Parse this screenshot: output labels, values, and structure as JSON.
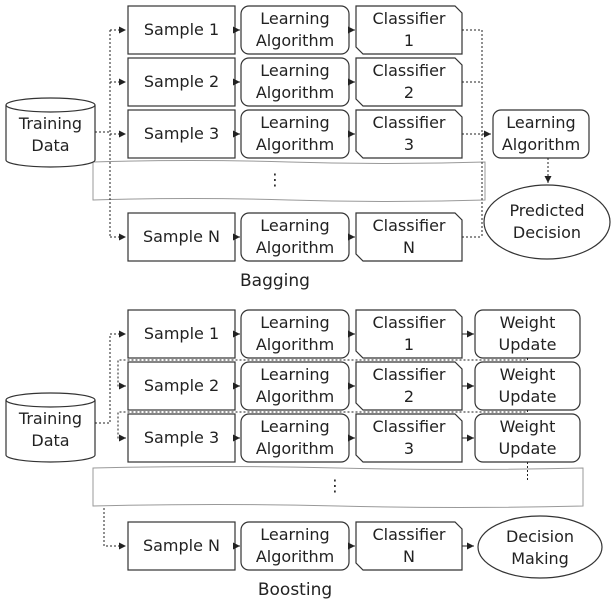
{
  "bagging": {
    "caption": "Bagging",
    "input": "Training\nData",
    "samples": [
      "Sample 1",
      "Sample 2",
      "Sample 3",
      "Sample N"
    ],
    "learners": [
      "Learning\nAlgorithm",
      "Learning\nAlgorithm",
      "Learning\nAlgorithm",
      "Learning\nAlgorithm"
    ],
    "classifiers": [
      "Classifier\n1",
      "Classifier\n2",
      "Classifier\n3",
      "Classifier\nN"
    ],
    "ellipsis": "⋮",
    "combiner": "Learning\nAlgorithm",
    "output": "Predicted\nDecision"
  },
  "boosting": {
    "caption": "Boosting",
    "input": "Training\nData",
    "samples": [
      "Sample 1",
      "Sample 2",
      "Sample 3",
      "Sample N"
    ],
    "learners": [
      "Learning\nAlgorithm",
      "Learning\nAlgorithm",
      "Learning\nAlgorithm",
      "Learning\nAlgorithm"
    ],
    "classifiers": [
      "Classifier\n1",
      "Classifier\n2",
      "Classifier\n3",
      "Classifier\nN"
    ],
    "updates": [
      "Weight\nUpdate",
      "Weight\nUpdate",
      "Weight\nUpdate"
    ],
    "ellipsis": "⋮",
    "output": "Decision\nMaking"
  }
}
